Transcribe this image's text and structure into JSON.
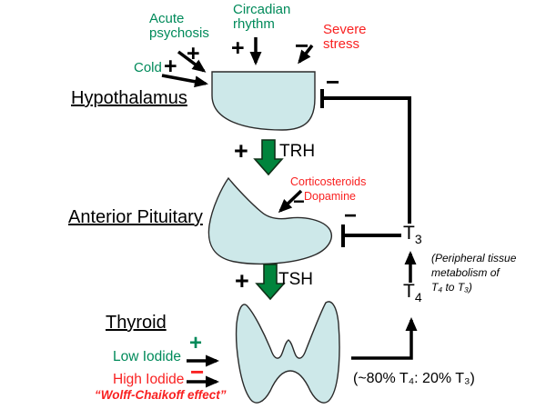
{
  "palette": {
    "green": "#008A5A",
    "red": "#F92121",
    "shape_fill": "#CDE8E9",
    "shape_stroke": "#2A2A2A",
    "arrow_green": "#00843C",
    "line_black": "#000000"
  },
  "nodes": {
    "hypothalamus": {
      "label": "Hypothalamus"
    },
    "anterior_pituitary": {
      "label": "Anterior Pituitary"
    },
    "thyroid": {
      "label": "Thyroid"
    }
  },
  "hormones": {
    "trh": {
      "name": "TRH",
      "sign": "+"
    },
    "tsh": {
      "name": "TSH",
      "sign": "+"
    },
    "t3": {
      "base": "T",
      "sub": "3"
    },
    "t4": {
      "base": "T",
      "sub": "4"
    }
  },
  "stimuli": {
    "acute_psychosis": {
      "line1": "Acute",
      "line2": "psychosis",
      "sign": "+"
    },
    "circadian_rhythm": {
      "line1": "Circadian",
      "line2": "rhythm",
      "sign": "+"
    },
    "severe_stress": {
      "line1": "Severe",
      "line2": "stress",
      "sign": "−"
    },
    "cold": {
      "label": "Cold",
      "sign": "+"
    }
  },
  "pituitary_inhibitors": {
    "line1": "Corticosteroids",
    "line2": "Dopamine",
    "sign": "−"
  },
  "feedback": {
    "to_hypothalamus_sign": "−",
    "to_pituitary_sign": "−"
  },
  "thyroid_inputs": {
    "low_iodide": {
      "label": "Low Iodide",
      "sign": "+"
    },
    "high_iodide": {
      "label": "High Iodide",
      "sign": "−"
    },
    "wolff_chaikoff": "“Wolff-Chaikoff effect”"
  },
  "annotations": {
    "peripheral_line1": "(Peripheral tissue",
    "peripheral_line2": "metabolism of",
    "peripheral_line3": "T₄ to T₃)",
    "ratio": "(~80% T₄: 20% T₃)"
  }
}
